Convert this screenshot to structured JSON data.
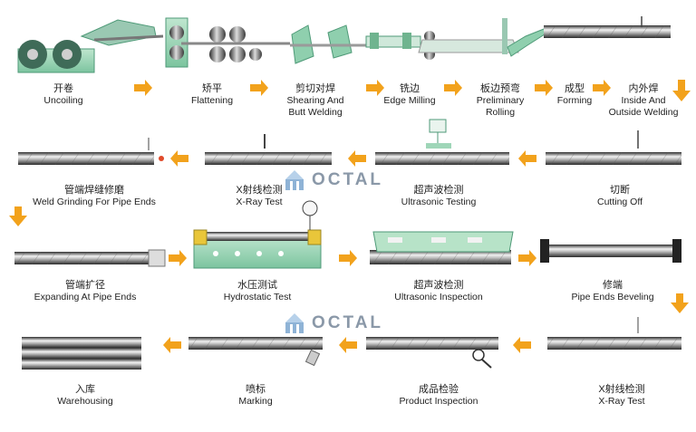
{
  "colors": {
    "arrow": "#f2a21c",
    "machine_green": "#9fd6b8",
    "machine_green_dark": "#4f9a78",
    "pipe_dark": "#3a3a3a",
    "pipe_light": "#e6e6e6",
    "watermark": "#8a98a8"
  },
  "watermark": {
    "text": "OCTAL",
    "icon": "pipe-logo-icon"
  },
  "steps": [
    {
      "id": "uncoiling",
      "zh": "开卷",
      "en": [
        "Uncoiling"
      ]
    },
    {
      "id": "flattening",
      "zh": "矫平",
      "en": [
        "Flattening"
      ]
    },
    {
      "id": "shearing",
      "zh": "剪切对焊",
      "en": [
        "Shearing And",
        "Butt Welding"
      ]
    },
    {
      "id": "edge-milling",
      "zh": "铣边",
      "en": [
        "Edge Milling"
      ]
    },
    {
      "id": "preliminary-rolling",
      "zh": "板边预弯",
      "en": [
        "Preliminary",
        "Rolling"
      ]
    },
    {
      "id": "forming",
      "zh": "成型",
      "en": [
        "Forming"
      ]
    },
    {
      "id": "inside-outside-welding",
      "zh": "内外焊",
      "en": [
        "Inside And",
        "Outside Welding"
      ]
    },
    {
      "id": "weld-grinding",
      "zh": "管端焊缝修磨",
      "en": [
        "Weld Grinding For Pipe Ends"
      ]
    },
    {
      "id": "xray-test-1",
      "zh": "X射线检测",
      "en": [
        "X-Ray Test"
      ]
    },
    {
      "id": "ultrasonic-testing",
      "zh": "超声波检测",
      "en": [
        "Ultrasonic Testing"
      ]
    },
    {
      "id": "cutting-off",
      "zh": "切断",
      "en": [
        "Cutting Off"
      ]
    },
    {
      "id": "expanding",
      "zh": "管端扩径",
      "en": [
        "Expanding At Pipe Ends"
      ]
    },
    {
      "id": "hydrostatic-test",
      "zh": "水压测试",
      "en": [
        "Hydrostatic Test"
      ]
    },
    {
      "id": "ultrasonic-inspection",
      "zh": "超声波检测",
      "en": [
        "Ultrasonic Inspection"
      ]
    },
    {
      "id": "pipe-ends-beveling",
      "zh": "修端",
      "en": [
        "Pipe Ends Beveling"
      ]
    },
    {
      "id": "warehousing",
      "zh": "入库",
      "en": [
        "Warehousing"
      ]
    },
    {
      "id": "marking",
      "zh": "喷标",
      "en": [
        "Marking"
      ]
    },
    {
      "id": "product-inspection",
      "zh": "成品检验",
      "en": [
        "Product Inspection"
      ]
    },
    {
      "id": "xray-test-2",
      "zh": "X射线检测",
      "en": [
        "X-Ray Test"
      ]
    }
  ]
}
